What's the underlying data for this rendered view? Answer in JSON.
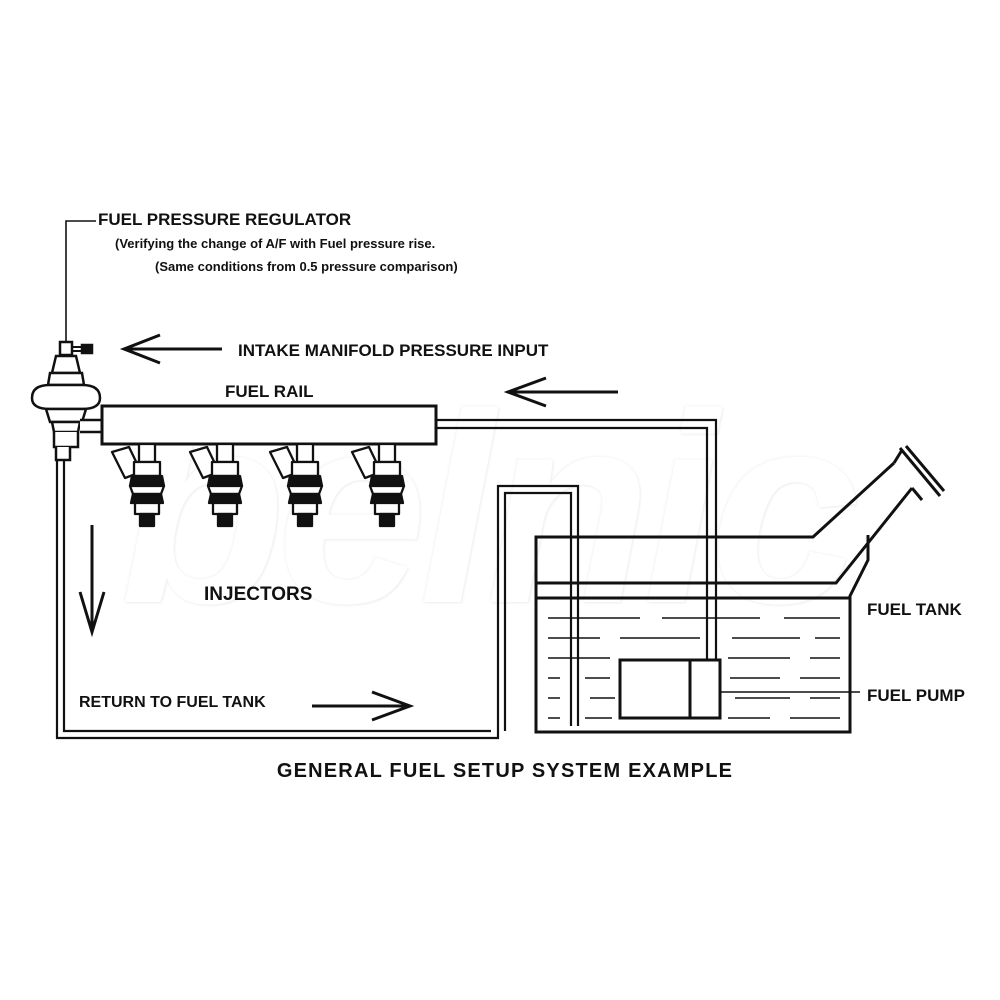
{
  "diagram": {
    "caption": "GENERAL FUEL SETUP SYSTEM EXAMPLE",
    "labels": {
      "regulator_title": "FUEL PRESSURE REGULATOR",
      "regulator_note_1": "(Verifying the change of A/F with Fuel pressure rise.",
      "regulator_note_2": "(Same conditions from 0.5 pressure comparison)",
      "intake": "INTAKE MANIFOLD PRESSURE INPUT",
      "fuel_rail": "FUEL RAIL",
      "injectors": "INJECTORS",
      "return": "RETURN TO FUEL TANK",
      "fuel_tank": "FUEL TANK",
      "fuel_pump": "FUEL PUMP"
    },
    "watermark": "belnic",
    "injector_count": 4,
    "colors": {
      "line": "#111111",
      "background": "#ffffff",
      "watermark": "#e6e6e6"
    }
  }
}
